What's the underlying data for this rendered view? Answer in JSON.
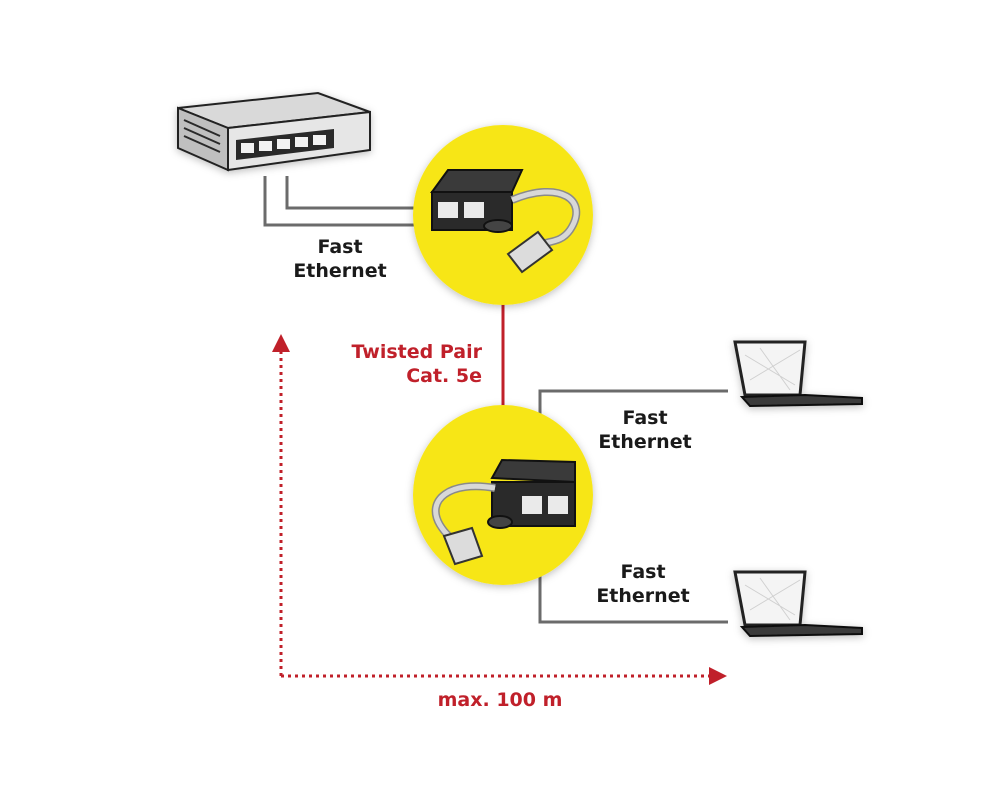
{
  "labels": {
    "switch_link": [
      "Fast",
      "Ethernet"
    ],
    "trunk_cable": [
      "Twisted Pair",
      "Cat. 5e"
    ],
    "laptop_top_link": [
      "Fast",
      "Ethernet"
    ],
    "laptop_bottom_link": [
      "Fast",
      "Ethernet"
    ],
    "distance": "max. 100 m"
  },
  "colors": {
    "circle_fill": "#f7e617",
    "accent_red": "#c0202a",
    "line_gray": "#6b6b6b",
    "device_dark": "#2a2a2a"
  },
  "icons": {
    "switch": "network-switch-icon",
    "splitter": "rj45-splitter-icon",
    "laptop": "laptop-icon"
  }
}
